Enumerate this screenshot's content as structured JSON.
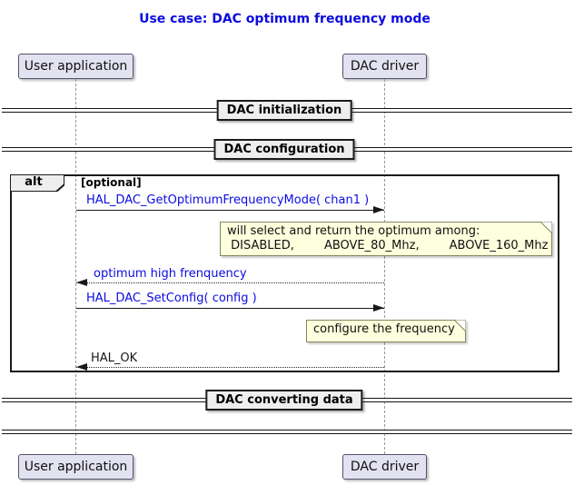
{
  "title": "Use case: DAC optimum frequency mode",
  "participants": {
    "left": "User application",
    "right": "DAC driver"
  },
  "dividers": {
    "init": "DAC initialization",
    "config": "DAC configuration",
    "convert": "DAC converting data"
  },
  "alt": {
    "operator": "alt",
    "guard": "[optional]"
  },
  "messages": {
    "get_mode": "HAL_DAC_GetOptimumFrequencyMode( chan1 )",
    "return_freq": "optimum high frenquency",
    "set_config": "HAL_DAC_SetConfig( config )",
    "return_ok": "HAL_OK"
  },
  "notes": {
    "optimum": {
      "line1": "will select and return the optimum among:",
      "line2": " DISABLED,        ABOVE_80_Mhz,        ABOVE_160_Mhz"
    },
    "configure": "configure the frequency"
  },
  "colors": {
    "title_text": "#0b0be0",
    "message_text": "#0b0be0",
    "return_ok_text": "#161616",
    "note_background": "#feffdd",
    "note_border": "#86865f",
    "participant_background": "#e2e2f0",
    "participant_border": "#53536b",
    "divider_background": "#eeeeee",
    "frame_border": "#1b1b1b",
    "lifeline": "#999999"
  }
}
